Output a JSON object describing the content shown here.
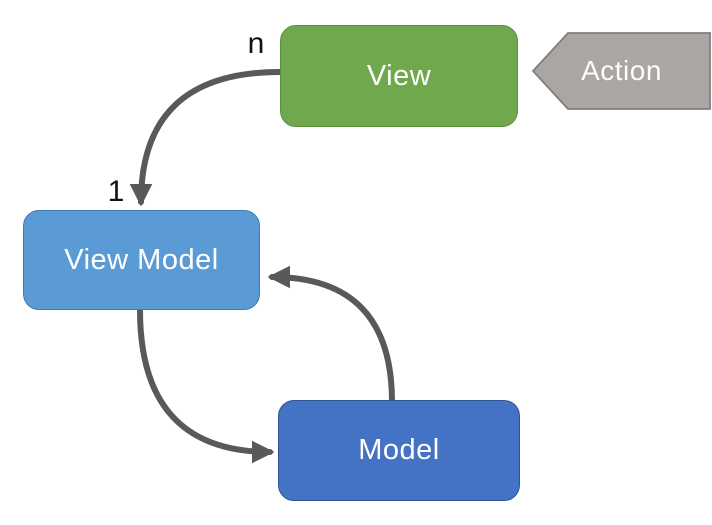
{
  "diagram": {
    "type": "mvvm-pattern-diagram",
    "background": "#FFFFFF",
    "arrow_color": "#595959",
    "nodes": {
      "view": {
        "label": "View",
        "fill": "#70A84E",
        "border": "#5C9140",
        "text_color": "#FFFFFF"
      },
      "view_model": {
        "label": "View Model",
        "fill": "#5B9BD5",
        "border": "#3E7AB8",
        "text_color": "#FFFFFF"
      },
      "model": {
        "label": "Model",
        "fill": "#4472C4",
        "border": "#2F5597",
        "text_color": "#FFFFFF"
      },
      "action": {
        "label": "Action",
        "fill": "#A9A6A4",
        "border": "#7F7F7F",
        "text_color": "#FDFDFD"
      }
    },
    "edge_labels": {
      "n": "n",
      "one": "1"
    },
    "edges": [
      {
        "from": "view",
        "to": "view_model",
        "from_label": "n",
        "to_label": "1"
      },
      {
        "from": "view_model",
        "to": "model"
      },
      {
        "from": "model",
        "to": "view_model"
      },
      {
        "from": "action",
        "to": "view"
      }
    ]
  }
}
